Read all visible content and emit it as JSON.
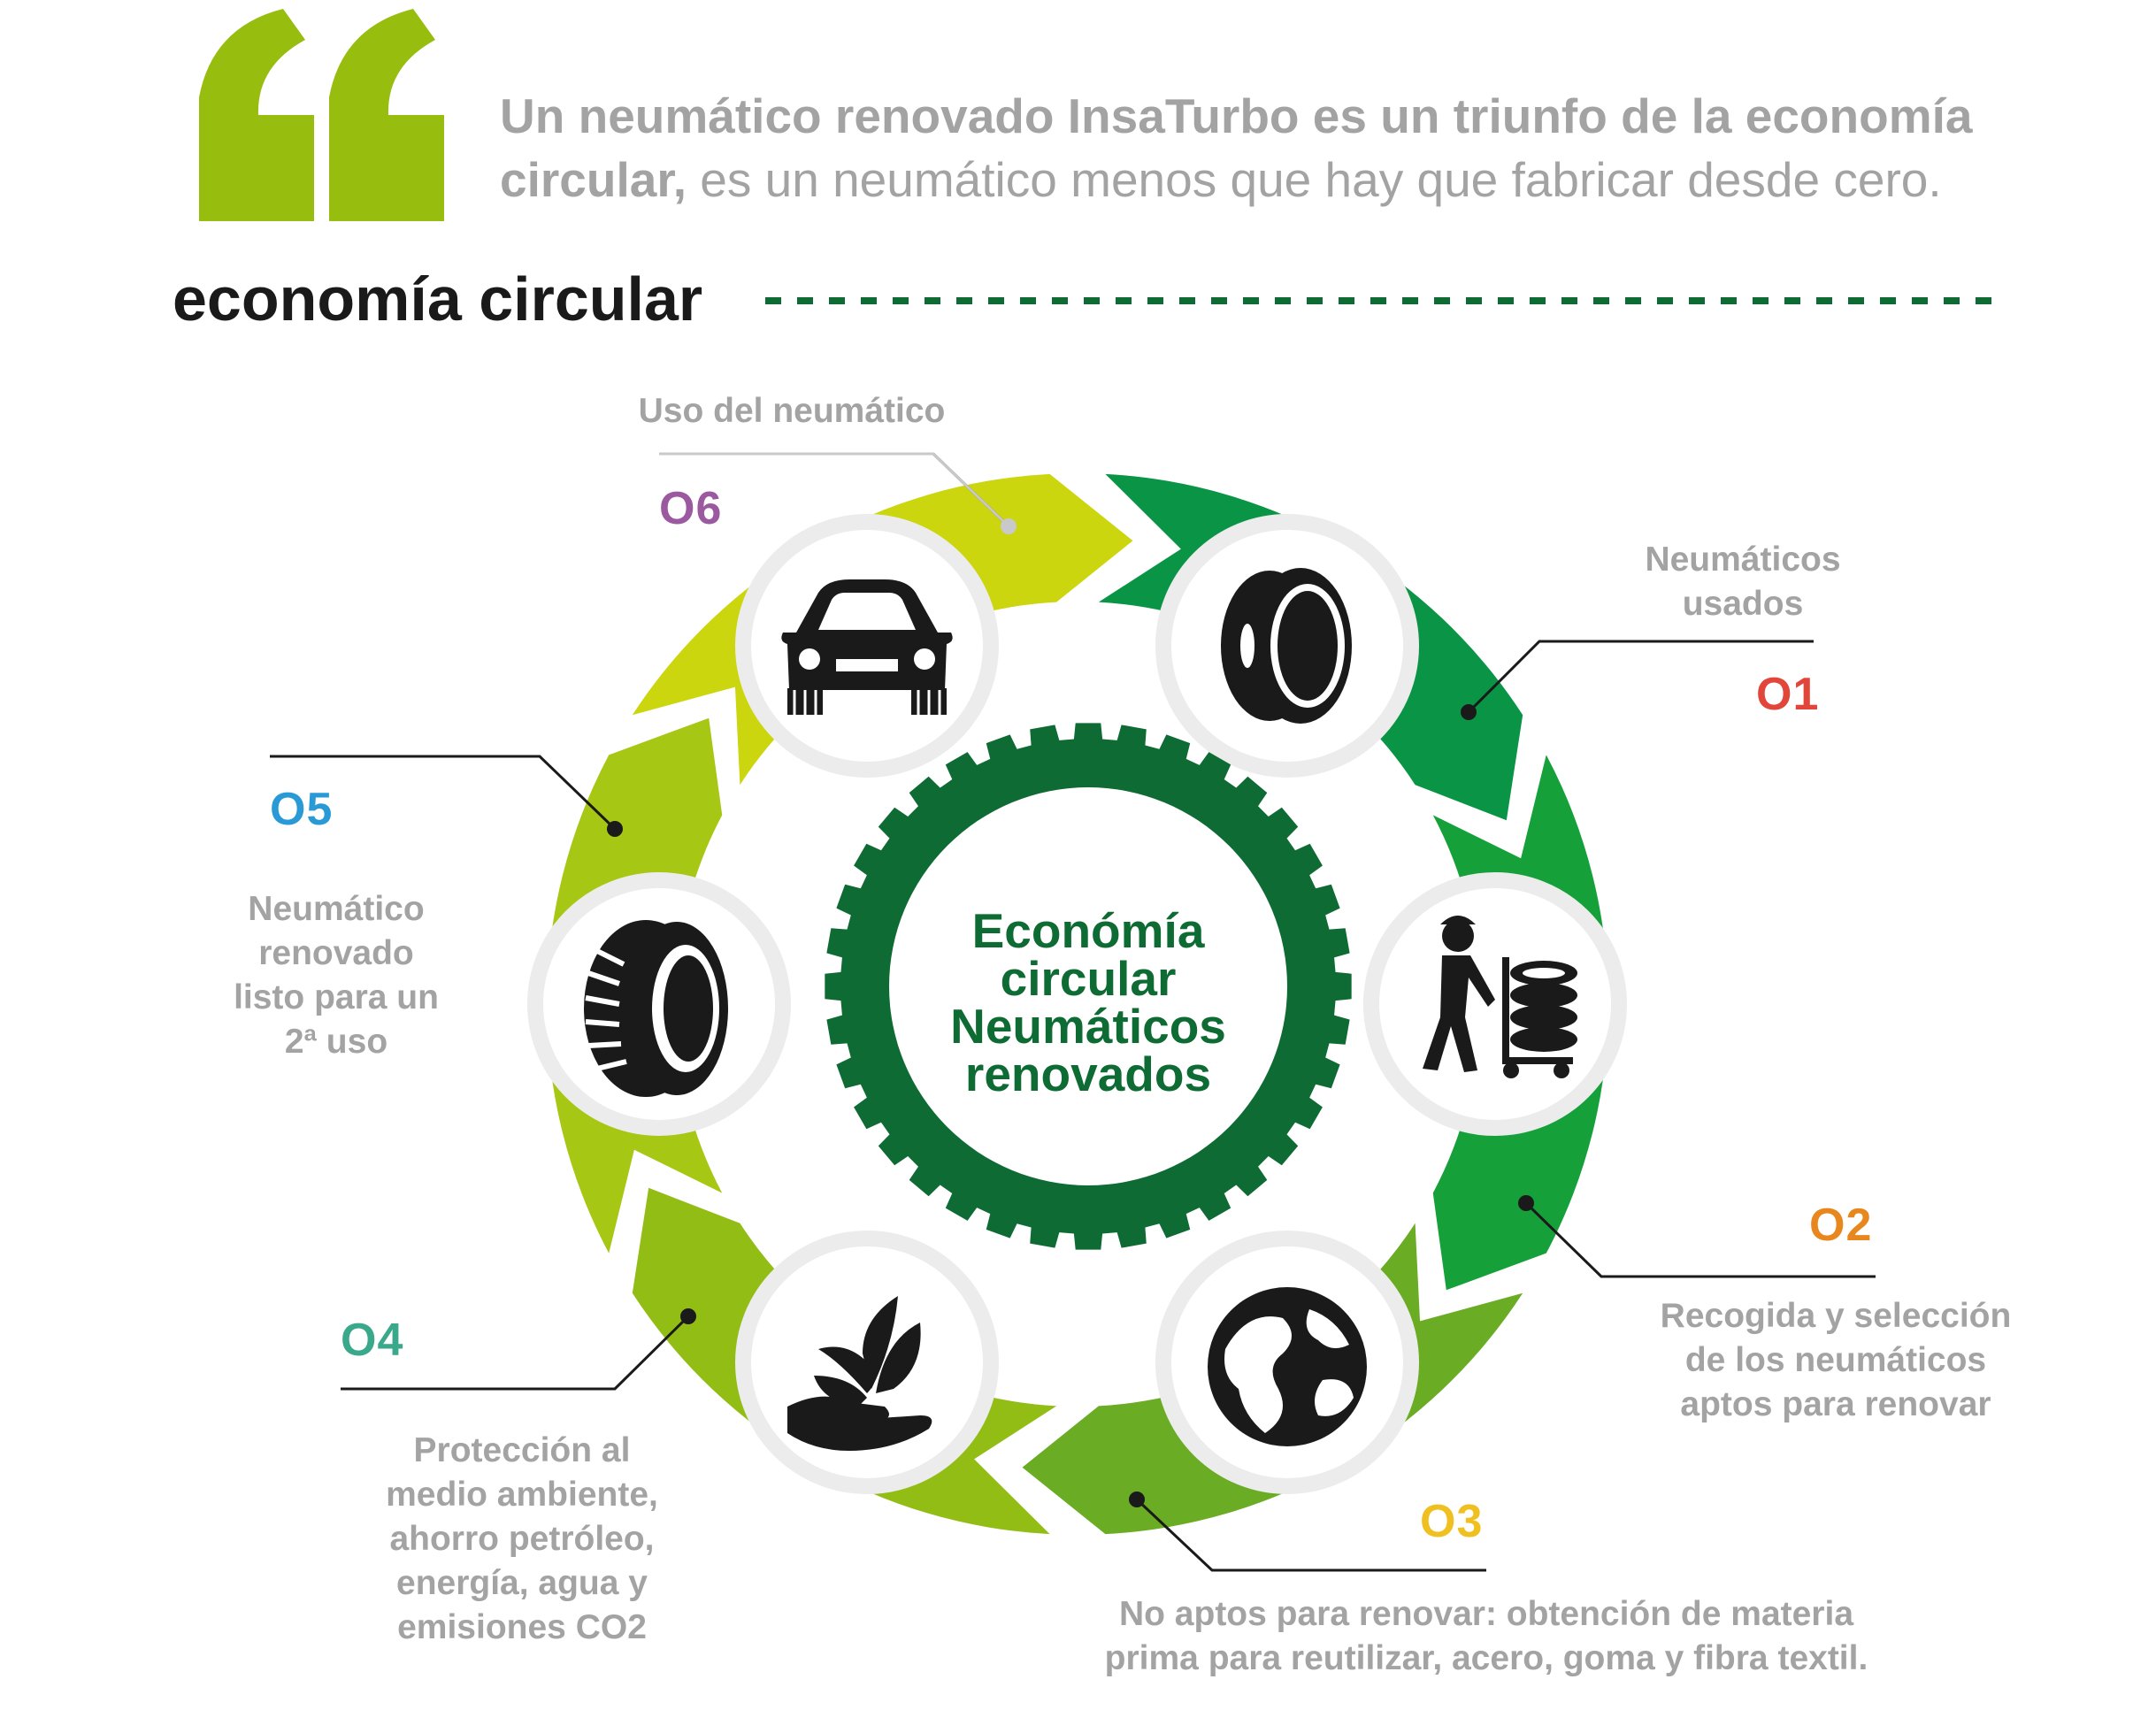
{
  "quote": {
    "bold": "Un neumático renovado InsaTurbo es un triunfo de la economía circular,",
    "regular": " es un neumático menos que hay que fabricar desde cero."
  },
  "section_title": "economía circular",
  "center_label": [
    "Económía",
    "circular",
    "Neumáticos",
    "renovados"
  ],
  "steps": [
    {
      "number": "O1",
      "color": "#e2463a",
      "label": [
        "Neumáticos",
        "usados"
      ],
      "icon": "tire-side-icon"
    },
    {
      "number": "O2",
      "color": "#e8871e",
      "label": [
        "Recogida y selección",
        "de los neumáticos",
        "aptos para renovar"
      ],
      "icon": "worker-cart-icon"
    },
    {
      "number": "O3",
      "color": "#f0c020",
      "label": [
        "No aptos para renovar: obtención de materia",
        "prima para reutilizar, acero, goma y fibra textil."
      ],
      "icon": "globe-icon"
    },
    {
      "number": "O4",
      "color": "#3aa88a",
      "label": [
        "Protección al",
        "medio ambiente,",
        "ahorro petróleo,",
        "energía, agua y",
        "emisiones CO2"
      ],
      "icon": "hand-leaves-icon"
    },
    {
      "number": "O5",
      "color": "#2a9ad6",
      "label": [
        "Neumático",
        "renovado",
        "listo para un",
        "2ª uso"
      ],
      "icon": "tire-tread-icon"
    },
    {
      "number": "O6",
      "color": "#9b5aa0",
      "label": [
        "Uso del neumático"
      ],
      "icon": "car-icon"
    }
  ],
  "colors": {
    "quote_mark": "#97bd0f",
    "dashed_line": "#0e6b33",
    "gear": "#0e6b33",
    "arc_o1": "#0a9445",
    "arc_o2": "#15a03a",
    "arc_o3": "#6aac24",
    "arc_o4": "#92bd14",
    "arc_o5": "#a6c714",
    "arc_o6": "#cbd60f"
  }
}
